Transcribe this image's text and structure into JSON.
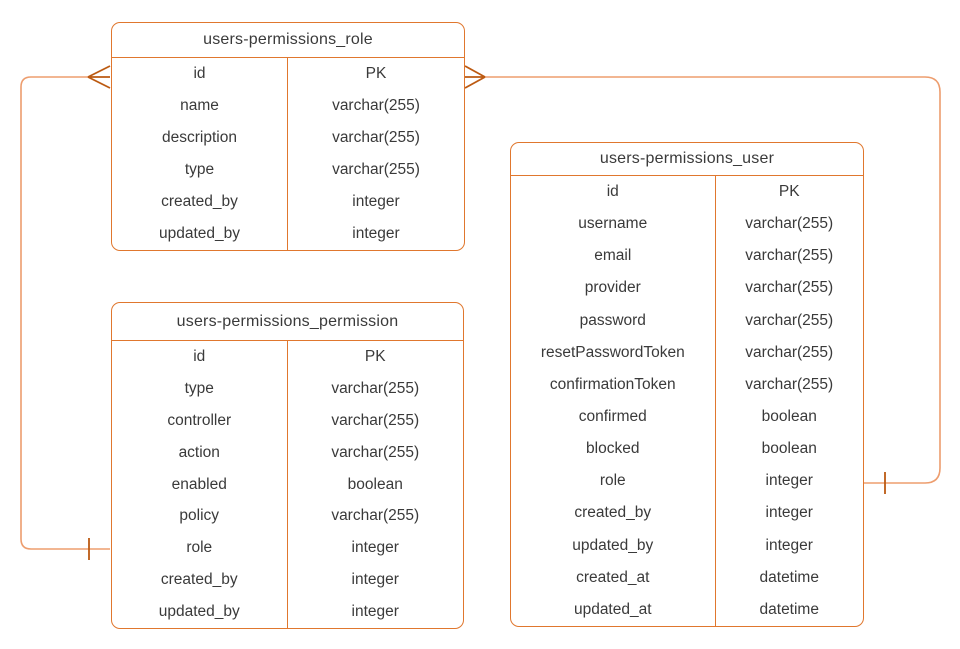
{
  "colors": {
    "table_border": "#E0772E",
    "relation_line": "#ED9D6E",
    "relation_marker": "#BC5A12",
    "text": "#3A3A3A",
    "background": "#FFFFFF"
  },
  "tables": [
    {
      "title": "users-permissions_role",
      "rows": [
        {
          "field": "id",
          "type": "PK"
        },
        {
          "field": "name",
          "type": "varchar(255)"
        },
        {
          "field": "description",
          "type": "varchar(255)"
        },
        {
          "field": "type",
          "type": "varchar(255)"
        },
        {
          "field": "created_by",
          "type": "integer"
        },
        {
          "field": "updated_by",
          "type": "integer"
        }
      ]
    },
    {
      "title": "users-permissions_permission",
      "rows": [
        {
          "field": "id",
          "type": "PK"
        },
        {
          "field": "type",
          "type": "varchar(255)"
        },
        {
          "field": "controller",
          "type": "varchar(255)"
        },
        {
          "field": "action",
          "type": "varchar(255)"
        },
        {
          "field": "enabled",
          "type": "boolean"
        },
        {
          "field": "policy",
          "type": "varchar(255)"
        },
        {
          "field": "role",
          "type": "integer"
        },
        {
          "field": "created_by",
          "type": "integer"
        },
        {
          "field": "updated_by",
          "type": "integer"
        }
      ]
    },
    {
      "title": "users-permissions_user",
      "rows": [
        {
          "field": "id",
          "type": "PK"
        },
        {
          "field": "username",
          "type": "varchar(255)"
        },
        {
          "field": "email",
          "type": "varchar(255)"
        },
        {
          "field": "provider",
          "type": "varchar(255)"
        },
        {
          "field": "password",
          "type": "varchar(255)"
        },
        {
          "field": "resetPasswordToken",
          "type": "varchar(255)"
        },
        {
          "field": "confirmationToken",
          "type": "varchar(255)"
        },
        {
          "field": "confirmed",
          "type": "boolean"
        },
        {
          "field": "blocked",
          "type": "boolean"
        },
        {
          "field": "role",
          "type": "integer"
        },
        {
          "field": "created_by",
          "type": "integer"
        },
        {
          "field": "updated_by",
          "type": "integer"
        },
        {
          "field": "created_at",
          "type": "datetime"
        },
        {
          "field": "updated_at",
          "type": "datetime"
        }
      ]
    }
  ],
  "relations": [
    {
      "from": "users-permissions_permission.role",
      "to": "users-permissions_role.id",
      "from_end": "one",
      "to_end": "many"
    },
    {
      "from": "users-permissions_user.role",
      "to": "users-permissions_role.id",
      "from_end": "one",
      "to_end": "many"
    }
  ]
}
